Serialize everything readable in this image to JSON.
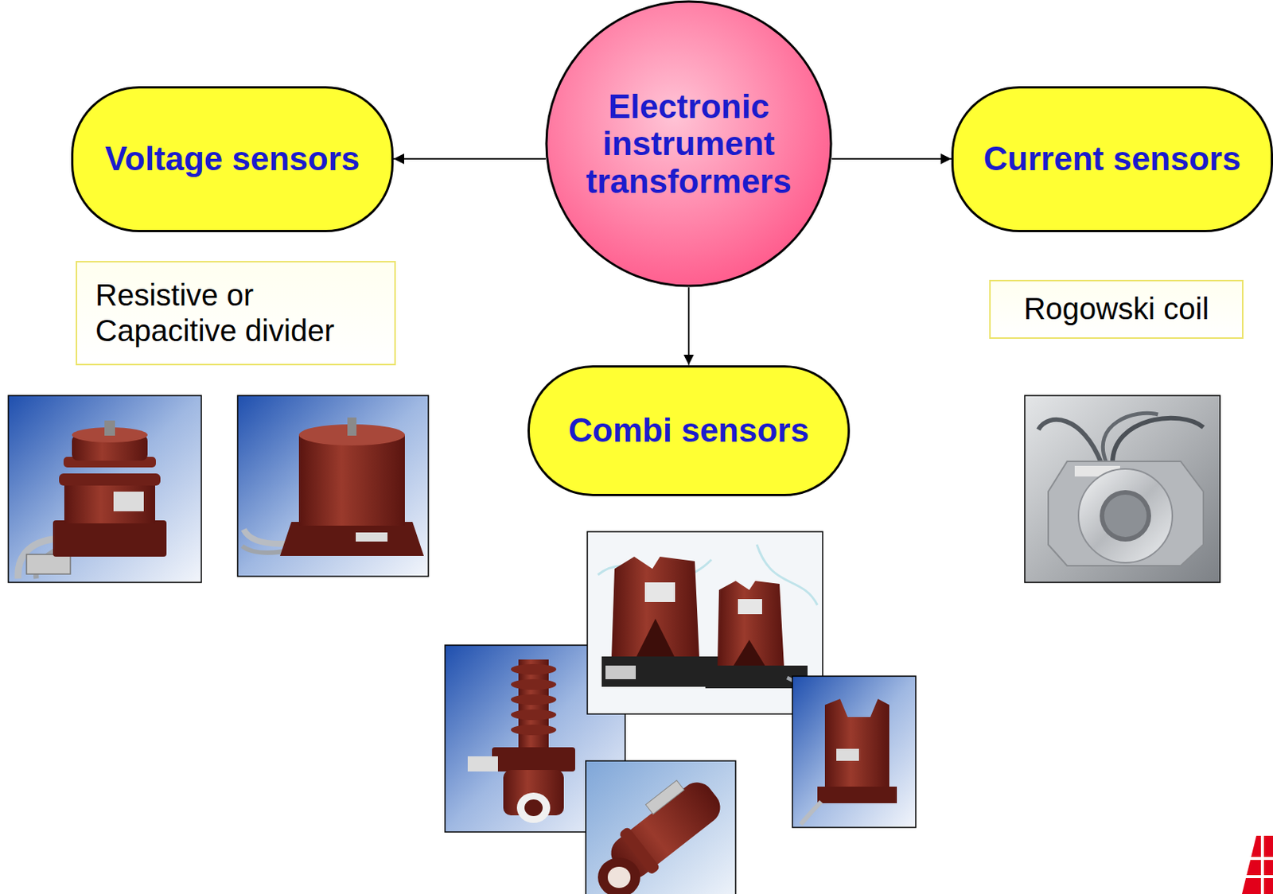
{
  "diagram": {
    "nodes": [
      {
        "text": [
          "Electronic instrument transformers"
        ]
      },
      {
        "text": [
          "Voltage sensors"
        ]
      },
      {
        "text": [
          "Current sensors"
        ]
      },
      {
        "text": [
          "Combi sensors"
        ]
      },
      {
        "text": [
          "Resistive or Capacitive divider"
        ]
      },
      {
        "text": [
          "Rogowski coil"
        ]
      }
    ],
    "edges": [
      {
        "from": 0,
        "to": 1,
        "arrow": "to"
      },
      {
        "from": 0,
        "to": 2,
        "arrow": "to"
      },
      {
        "from": 0,
        "to": 3,
        "arrow": "to"
      }
    ]
  }
}
